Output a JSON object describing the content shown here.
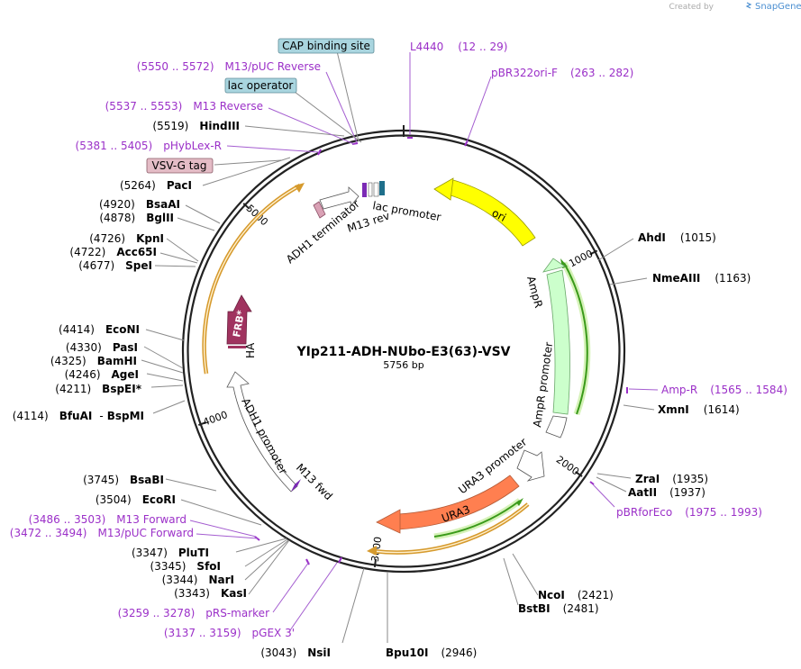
{
  "credit": {
    "text": "Created by",
    "brand": "SnapGene"
  },
  "plasmid": {
    "name": "YIp211-ADH-NUbo-E3(63)-VSV",
    "size_label": "5756 bp",
    "length": 5756
  },
  "ticks": [
    {
      "pos": 1000,
      "label": "1000"
    },
    {
      "pos": 2000,
      "label": "2000"
    },
    {
      "pos": 3000,
      "label": "3000"
    },
    {
      "pos": 4000,
      "label": "4000"
    },
    {
      "pos": 5000,
      "label": "5000"
    }
  ],
  "sites_right": [
    {
      "name": "AhdI",
      "pos": "(1015)",
      "bp": 1015
    },
    {
      "name": "NmeAIII",
      "pos": "(1163)",
      "bp": 1163
    },
    {
      "name": "XmnI",
      "pos": "(1614)",
      "bp": 1614
    },
    {
      "name": "ZraI",
      "pos": "(1935)",
      "bp": 1935
    },
    {
      "name": "AatII",
      "pos": "(1937)",
      "bp": 1937
    },
    {
      "name": "NcoI",
      "pos": "(2421)",
      "bp": 2421
    },
    {
      "name": "BstBI",
      "pos": "(2481)",
      "bp": 2481
    },
    {
      "name": "Bpu10I",
      "pos": "(2946)",
      "bp": 2946
    }
  ],
  "sites_left": [
    {
      "name": "NsiI",
      "pos": "(3043)",
      "bp": 3043
    },
    {
      "name": "KasI",
      "pos": "(3343)",
      "bp": 3343
    },
    {
      "name": "NarI",
      "pos": "(3344)",
      "bp": 3344
    },
    {
      "name": "SfoI",
      "pos": "(3345)",
      "bp": 3345
    },
    {
      "name": "PluTI",
      "pos": "(3347)",
      "bp": 3347
    },
    {
      "name": "EcoRI",
      "pos": "(3504)",
      "bp": 3504
    },
    {
      "name": "BsaBI",
      "pos": "(3745)",
      "bp": 3745
    },
    {
      "name": "BfuAI",
      "name2": "BspMI",
      "sep": "-",
      "pos": "(4114)",
      "bp": 4114
    },
    {
      "name": "BspEI",
      "star": "*",
      "pos": "(4211)",
      "bp": 4211
    },
    {
      "name": "AgeI",
      "pos": "(4246)",
      "bp": 4246
    },
    {
      "name": "BamHI",
      "pos": "(4325)",
      "bp": 4325
    },
    {
      "name": "PasI",
      "pos": "(4330)",
      "bp": 4330
    },
    {
      "name": "EcoNI",
      "pos": "(4414)",
      "bp": 4414
    },
    {
      "name": "SpeI",
      "pos": "(4677)",
      "bp": 4677
    },
    {
      "name": "Acc65I",
      "pos": "(4722)",
      "bp": 4722
    },
    {
      "name": "KpnI",
      "pos": "(4726)",
      "bp": 4726
    },
    {
      "name": "BglII",
      "pos": "(4878)",
      "bp": 4878
    },
    {
      "name": "BsaAI",
      "pos": "(4920)",
      "bp": 4920
    },
    {
      "name": "PacI",
      "pos": "(5264)",
      "bp": 5264
    },
    {
      "name": "HindIII",
      "pos": "(5519)",
      "bp": 5519
    }
  ],
  "primers": [
    {
      "name": "L4440",
      "range": "(12 .. 29)",
      "start": 12
    },
    {
      "name": "pBR322ori-F",
      "range": "(263 .. 282)",
      "start": 263
    },
    {
      "name": "Amp-R",
      "range": "(1565 .. 1584)",
      "start": 1565
    },
    {
      "name": "pBRforEco",
      "range": "(1975 .. 1993)",
      "start": 1975
    },
    {
      "name": "pGEX 3'",
      "range": "(3137 .. 3159)",
      "start": 3137
    },
    {
      "name": "pRS-marker",
      "range": "(3259 .. 3278)",
      "start": 3259
    },
    {
      "name": "M13/pUC Forward",
      "range": "(3472 .. 3494)",
      "start": 3472
    },
    {
      "name": "M13 Forward",
      "range": "(3486 .. 3503)",
      "start": 3486
    },
    {
      "name": "pHybLex-R",
      "range": "(5381 .. 5405)",
      "start": 5381
    },
    {
      "name": "M13 Reverse",
      "range": "(5537 .. 5553)",
      "start": 5537
    },
    {
      "name": "M13/pUC Reverse",
      "range": "(5550 .. 5572)",
      "start": 5550
    }
  ],
  "boxed_features": [
    {
      "name": "CAP binding site",
      "color": "#a9d5df"
    },
    {
      "name": "lac operator",
      "color": "#a9d5df"
    },
    {
      "name": "VSV-G tag",
      "color": "#e4bcc6"
    }
  ],
  "features": [
    {
      "name": "ori",
      "color": "#ffff00"
    },
    {
      "name": "AmpR",
      "color": "#ccffcc"
    },
    {
      "name": "AmpR promoter",
      "color": "#ffffff"
    },
    {
      "name": "URA3",
      "color": "#ff7f50"
    },
    {
      "name": "URA3 promoter",
      "color": "#ffffff"
    },
    {
      "name": "FRB*",
      "color": "#a0335f"
    },
    {
      "name": "HA",
      "color": "#a0335f"
    },
    {
      "name": "ADH1 promoter",
      "color": "#ffffff"
    },
    {
      "name": "ADH1 terminator",
      "color": "#ffffff"
    },
    {
      "name": "lac promoter",
      "color": "#1f6f8b"
    },
    {
      "name": "M13 rev",
      "color": "#7b2bb5"
    },
    {
      "name": "M13 fwd",
      "color": "#7b2bb5"
    }
  ],
  "colors": {
    "primer": "#9b30c8",
    "orf_outline": "#d69a2d",
    "orf_green": "#3a9a1a"
  }
}
